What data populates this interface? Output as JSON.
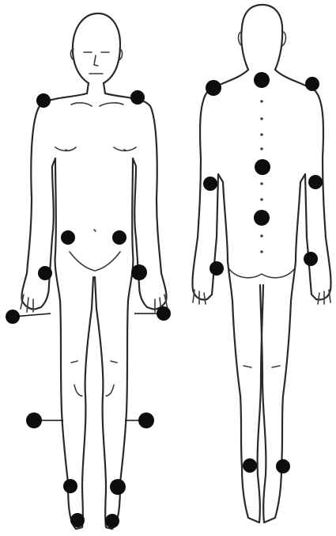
{
  "figure": {
    "views": [
      "front",
      "back"
    ],
    "marker_color": "#0d0d0d",
    "line_color": "#2a2a2a",
    "background": "#ffffff"
  },
  "markers": {
    "front": [
      "left-shoulder",
      "right-shoulder",
      "left-hip",
      "right-hip",
      "left-elbow",
      "right-elbow",
      "left-wrist",
      "right-wrist",
      "left-knee-side",
      "right-knee-side",
      "left-ankle",
      "right-ankle",
      "left-foot",
      "right-foot"
    ],
    "back": [
      "left-shoulder",
      "right-shoulder",
      "neck",
      "mid-spine",
      "lower-spine",
      "left-elbow",
      "right-elbow",
      "left-hip",
      "right-hip",
      "left-heel",
      "right-heel"
    ]
  }
}
